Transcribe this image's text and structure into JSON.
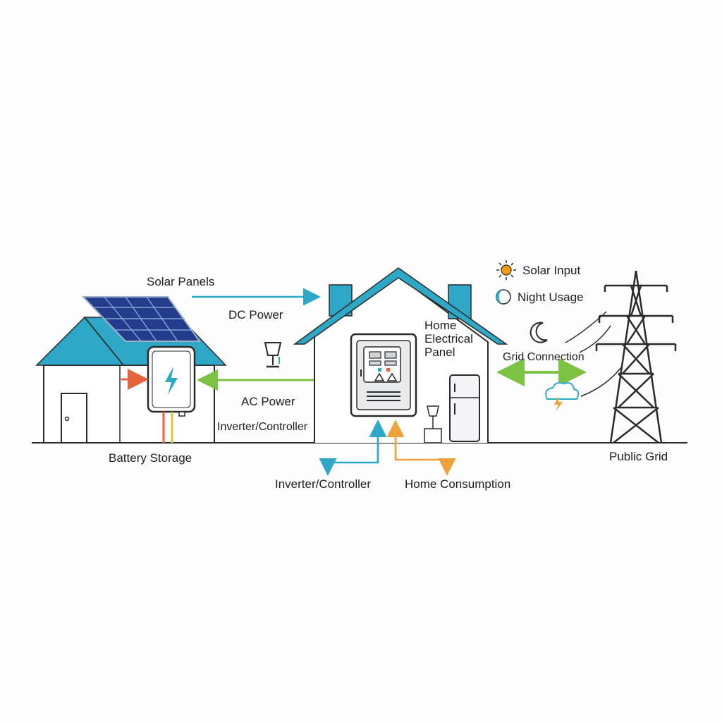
{
  "labels": {
    "solar_panels": "Solar Panels",
    "dc_power": "DC Power",
    "ac_power": "AC Power",
    "inverter_controller_center": "Inverter/Controller",
    "battery_storage": "Battery Storage",
    "home_electrical_panel": "Home Electrical Panel",
    "inverter_controller_bottom": "Inverter/Controller",
    "home_consumption": "Home Consumption",
    "grid_connection": "Grid Connection",
    "public_grid": "Public Grid"
  },
  "legend": [
    {
      "label": "Solar Input",
      "icon": "sun-icon",
      "color": "#f39c12"
    },
    {
      "label": "Night Usage",
      "icon": "half-moon-icon",
      "color": "#2eb6d3"
    }
  ],
  "colors": {
    "outline": "#2a2a2a",
    "roof": "#2ea8c6",
    "dc_line": "#2ea8c6",
    "ac_line": "#7cc243",
    "battery_line_red": "#e9633a",
    "battery_line_yellow": "#d8c93b",
    "consumption_line": "#f0a23a",
    "solar_panel": "#243c8c"
  }
}
